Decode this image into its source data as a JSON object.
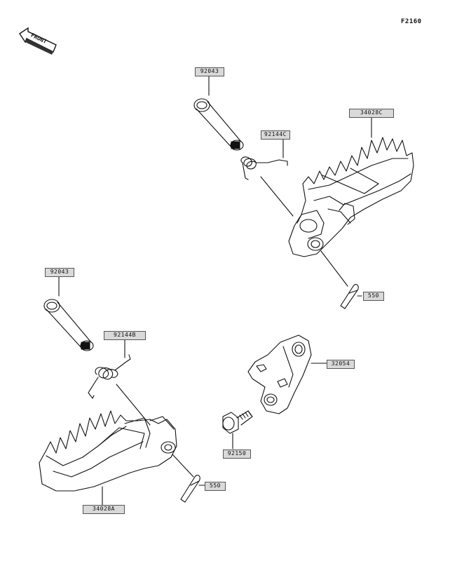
{
  "figure_code": "F2160",
  "front_label": "FRONT",
  "callouts": [
    {
      "id": "pin-upper",
      "label": "92043"
    },
    {
      "id": "spring-upper",
      "label": "92144C"
    },
    {
      "id": "footpeg-upper",
      "label": "34028C"
    },
    {
      "id": "cotter-upper",
      "label": "550"
    },
    {
      "id": "pin-lower",
      "label": "92043"
    },
    {
      "id": "spring-lower",
      "label": "92144B"
    },
    {
      "id": "bracket",
      "label": "32054"
    },
    {
      "id": "bolt",
      "label": "92150"
    },
    {
      "id": "cotter-lower",
      "label": "550"
    },
    {
      "id": "footpeg-lower",
      "label": "34028A"
    }
  ]
}
